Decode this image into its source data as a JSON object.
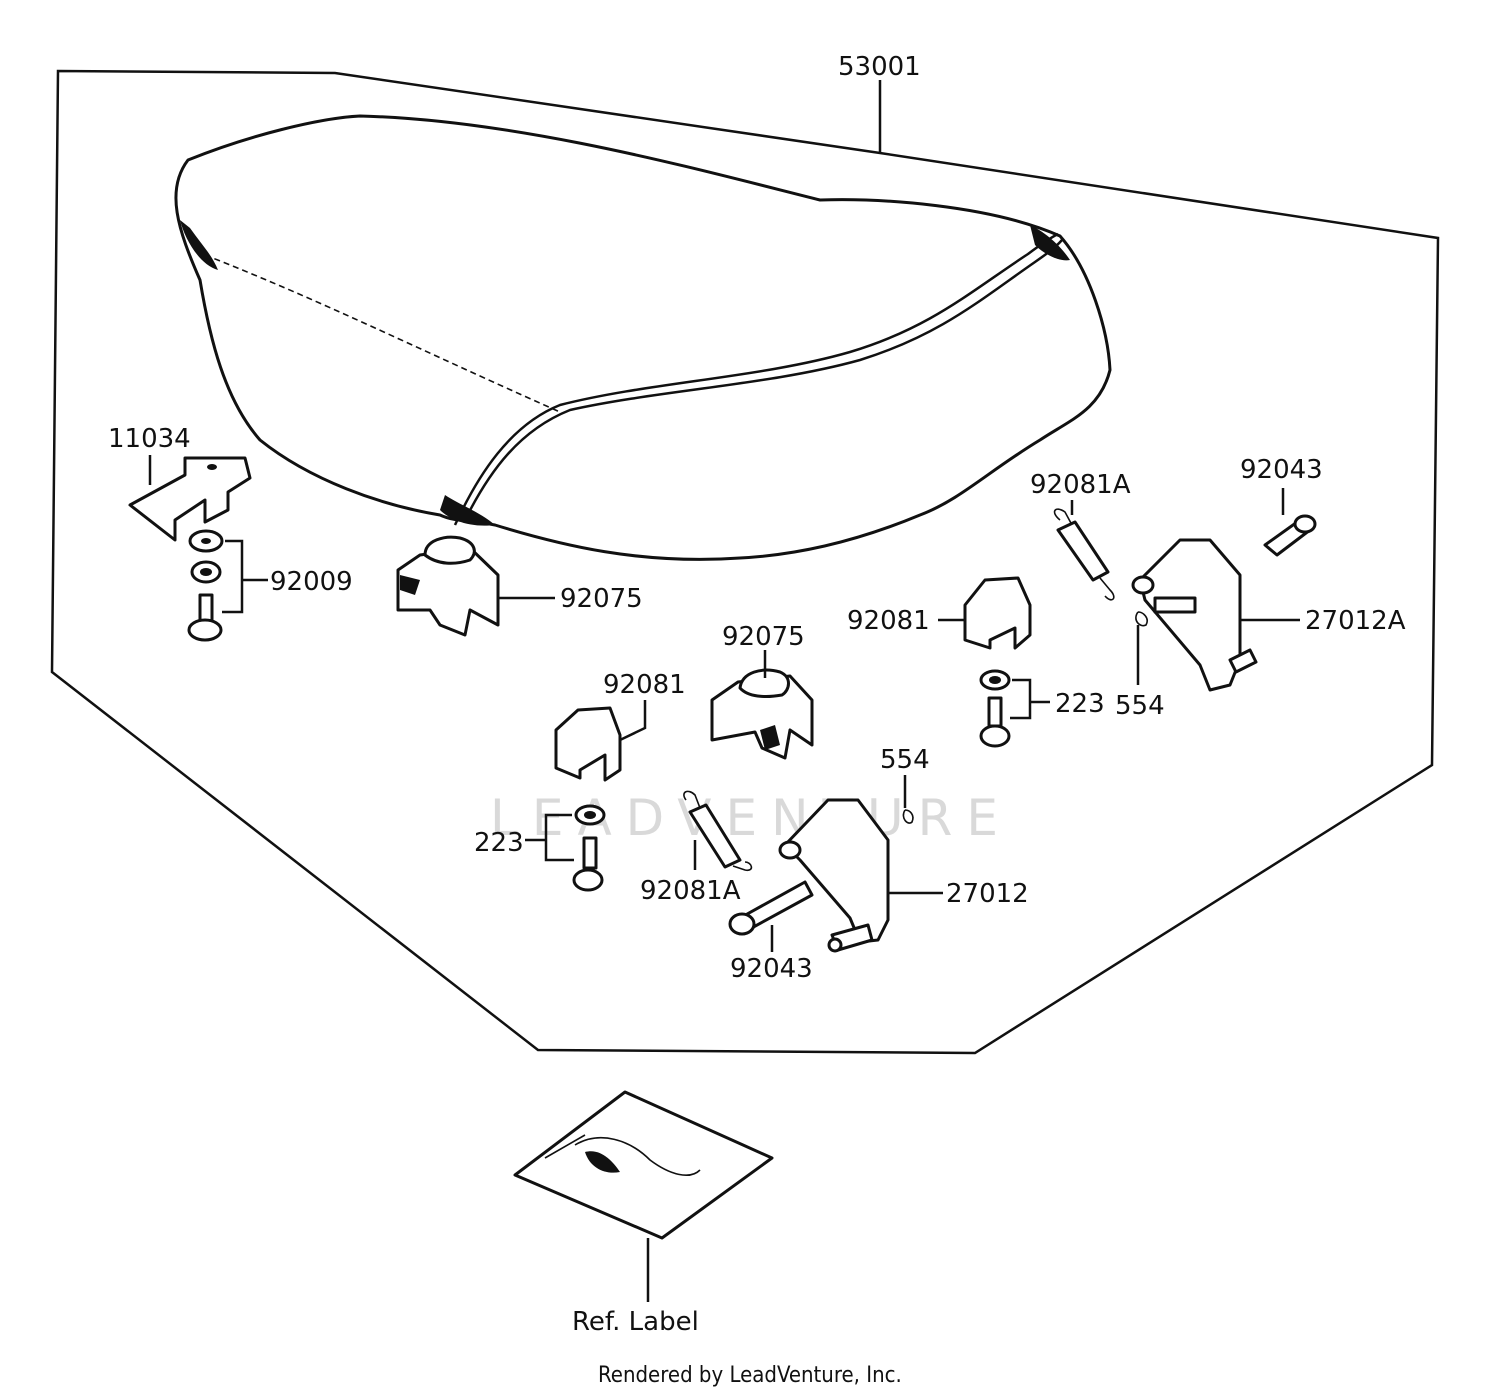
{
  "labels": {
    "seat": "53001",
    "hook_left": "11034",
    "washer_set_left": "92009",
    "damper_left": "92075",
    "damper_center": "92075",
    "bracket_upper": "92081",
    "bracket_lower": "92081",
    "spring_upper": "92081A",
    "spring_lower": "92081A",
    "pin_upper": "92043",
    "pin_lower": "92043",
    "lock_upper": "27012A",
    "lock_lower": "27012",
    "clip_upper": "554",
    "clip_lower": "554",
    "screw_upper": "223",
    "screw_lower": "223",
    "ref_label": "Ref. Label"
  },
  "footer": "Rendered by LeadVenture, Inc.",
  "watermark": "LEADVENTURE"
}
